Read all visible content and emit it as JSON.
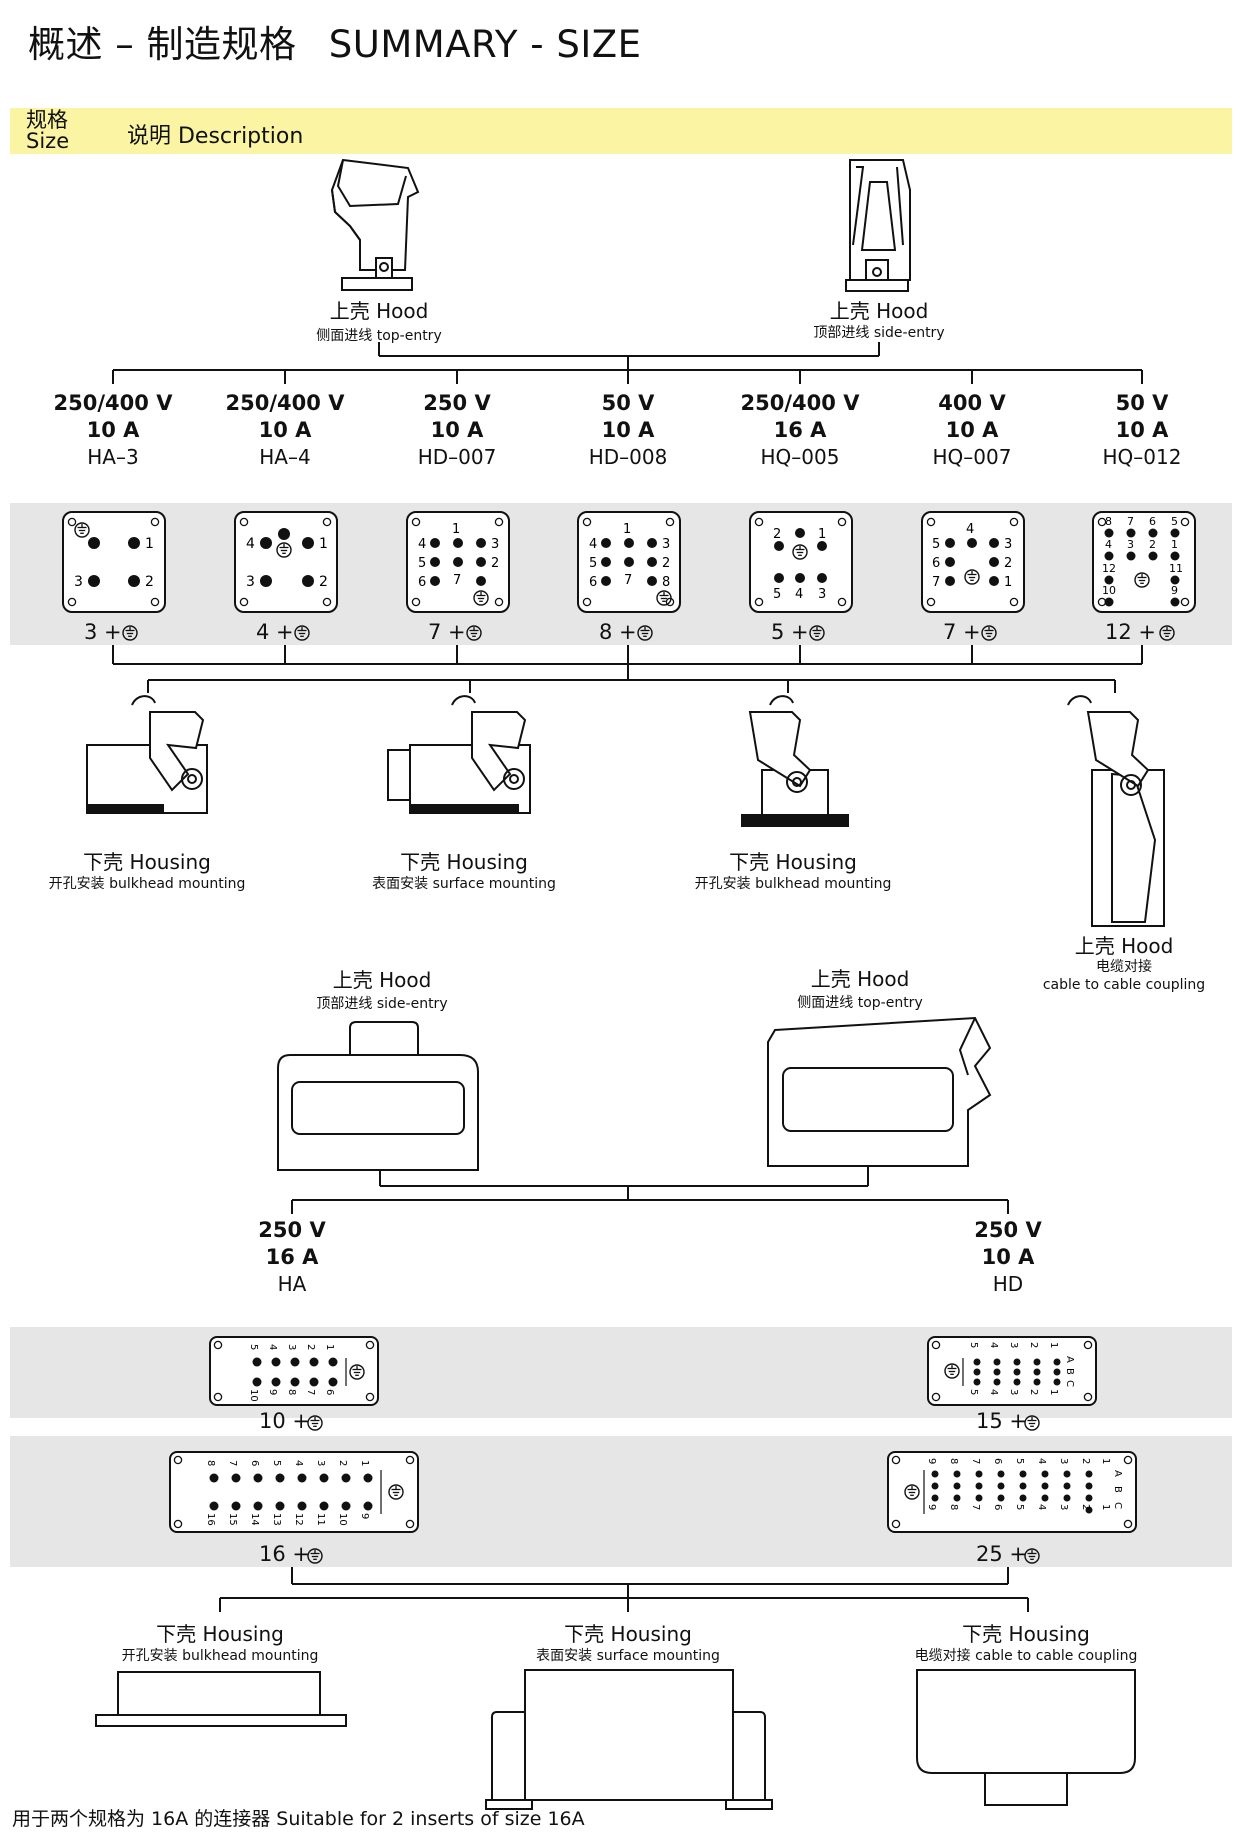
{
  "header": {
    "title_cn": "概述 – 制造规格",
    "title_en": "SUMMARY - SIZE",
    "size_label_cn": "规格",
    "size_label_en": "Size",
    "desc_label": "说明  Description"
  },
  "hoods_top": [
    {
      "name": "上壳 Hood",
      "sub": "侧面进线 top-entry"
    },
    {
      "name": "上壳 Hood",
      "sub": "顶部进线 side-entry"
    }
  ],
  "sizes_top": [
    {
      "voltage": "250/400 V",
      "current": "10 A",
      "code": "HA–3",
      "count": "3 +"
    },
    {
      "voltage": "250/400 V",
      "current": "10 A",
      "code": "HA–4",
      "count": "4 +"
    },
    {
      "voltage": "250 V",
      "current": "10 A",
      "code": "HD–007",
      "count": "7 +"
    },
    {
      "voltage": "50 V",
      "current": "10 A",
      "code": "HD–008",
      "count": "8 +"
    },
    {
      "voltage": "250/400 V",
      "current": "16 A",
      "code": "HQ–005",
      "count": "5 +"
    },
    {
      "voltage": "400 V",
      "current": "10 A",
      "code": "HQ–007",
      "count": "7 +"
    },
    {
      "voltage": "50 V",
      "current": "10 A",
      "code": "HQ–012",
      "count": "12 +"
    }
  ],
  "housings_mid": [
    {
      "name": "下壳 Housing",
      "sub": "开孔安装 bulkhead mounting"
    },
    {
      "name": "下壳 Housing",
      "sub": "表面安装 surface mounting"
    },
    {
      "name": "下壳 Housing",
      "sub": "开孔安装 bulkhead mounting"
    },
    {
      "name": "上壳 Hood",
      "sub": "电缆对接",
      "sub2": "cable to cable coupling"
    }
  ],
  "hoods_mid": [
    {
      "name": "上壳 Hood",
      "sub": "顶部进线 side-entry"
    },
    {
      "name": "上壳 Hood",
      "sub": "侧面进线 top-entry"
    }
  ],
  "sizes_bottom": [
    {
      "voltage": "250 V",
      "current": "16 A",
      "code": "HA"
    },
    {
      "voltage": "250 V",
      "current": "10 A",
      "code": "HD"
    }
  ],
  "inserts_bottom": [
    {
      "count": "10 +"
    },
    {
      "count": "15 +"
    },
    {
      "count": "16 +"
    },
    {
      "count": "25 +"
    }
  ],
  "housings_bottom": [
    {
      "name": "下壳 Housing",
      "sub": "开孔安装 bulkhead mounting"
    },
    {
      "name": "下壳 Housing",
      "sub": "表面安装 surface mounting"
    },
    {
      "name": "下壳 Housing",
      "sub": "电缆对接 cable to cable coupling"
    }
  ],
  "footer": "用于两个规格为 16A 的连接器 Suitable for 2 inserts of size 16A"
}
